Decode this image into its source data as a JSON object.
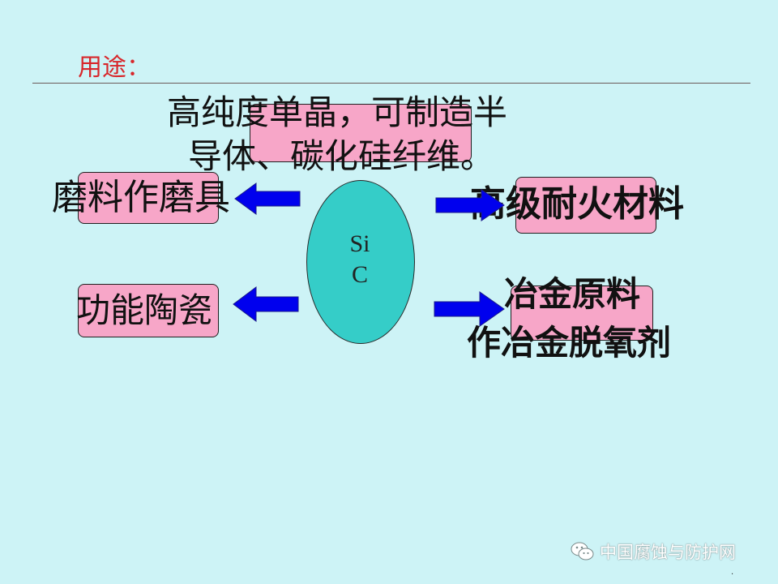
{
  "slide": {
    "title": "用途：",
    "center": {
      "line1": "Si",
      "line2": "C"
    },
    "top_text": {
      "line1": "高纯度单晶，可制造半",
      "line2": "导体、碳化硅纤维。"
    },
    "left_top": "磨料作磨具",
    "left_bottom": "功能陶瓷",
    "right_top": "高级耐火材料",
    "right_bottom": {
      "line1": "冶金原料",
      "line2": "作冶金脱氧剂"
    },
    "footer_text": "中国腐蚀与防护网",
    "footer_icon": "wechat-icon",
    "page_marker": "."
  },
  "colors": {
    "background": "#cdf3f6",
    "title": "#d8262a",
    "box_fill": "#f7a6c8",
    "ellipse_fill": "#35cdc8",
    "arrow_fill": "#0000ee"
  }
}
